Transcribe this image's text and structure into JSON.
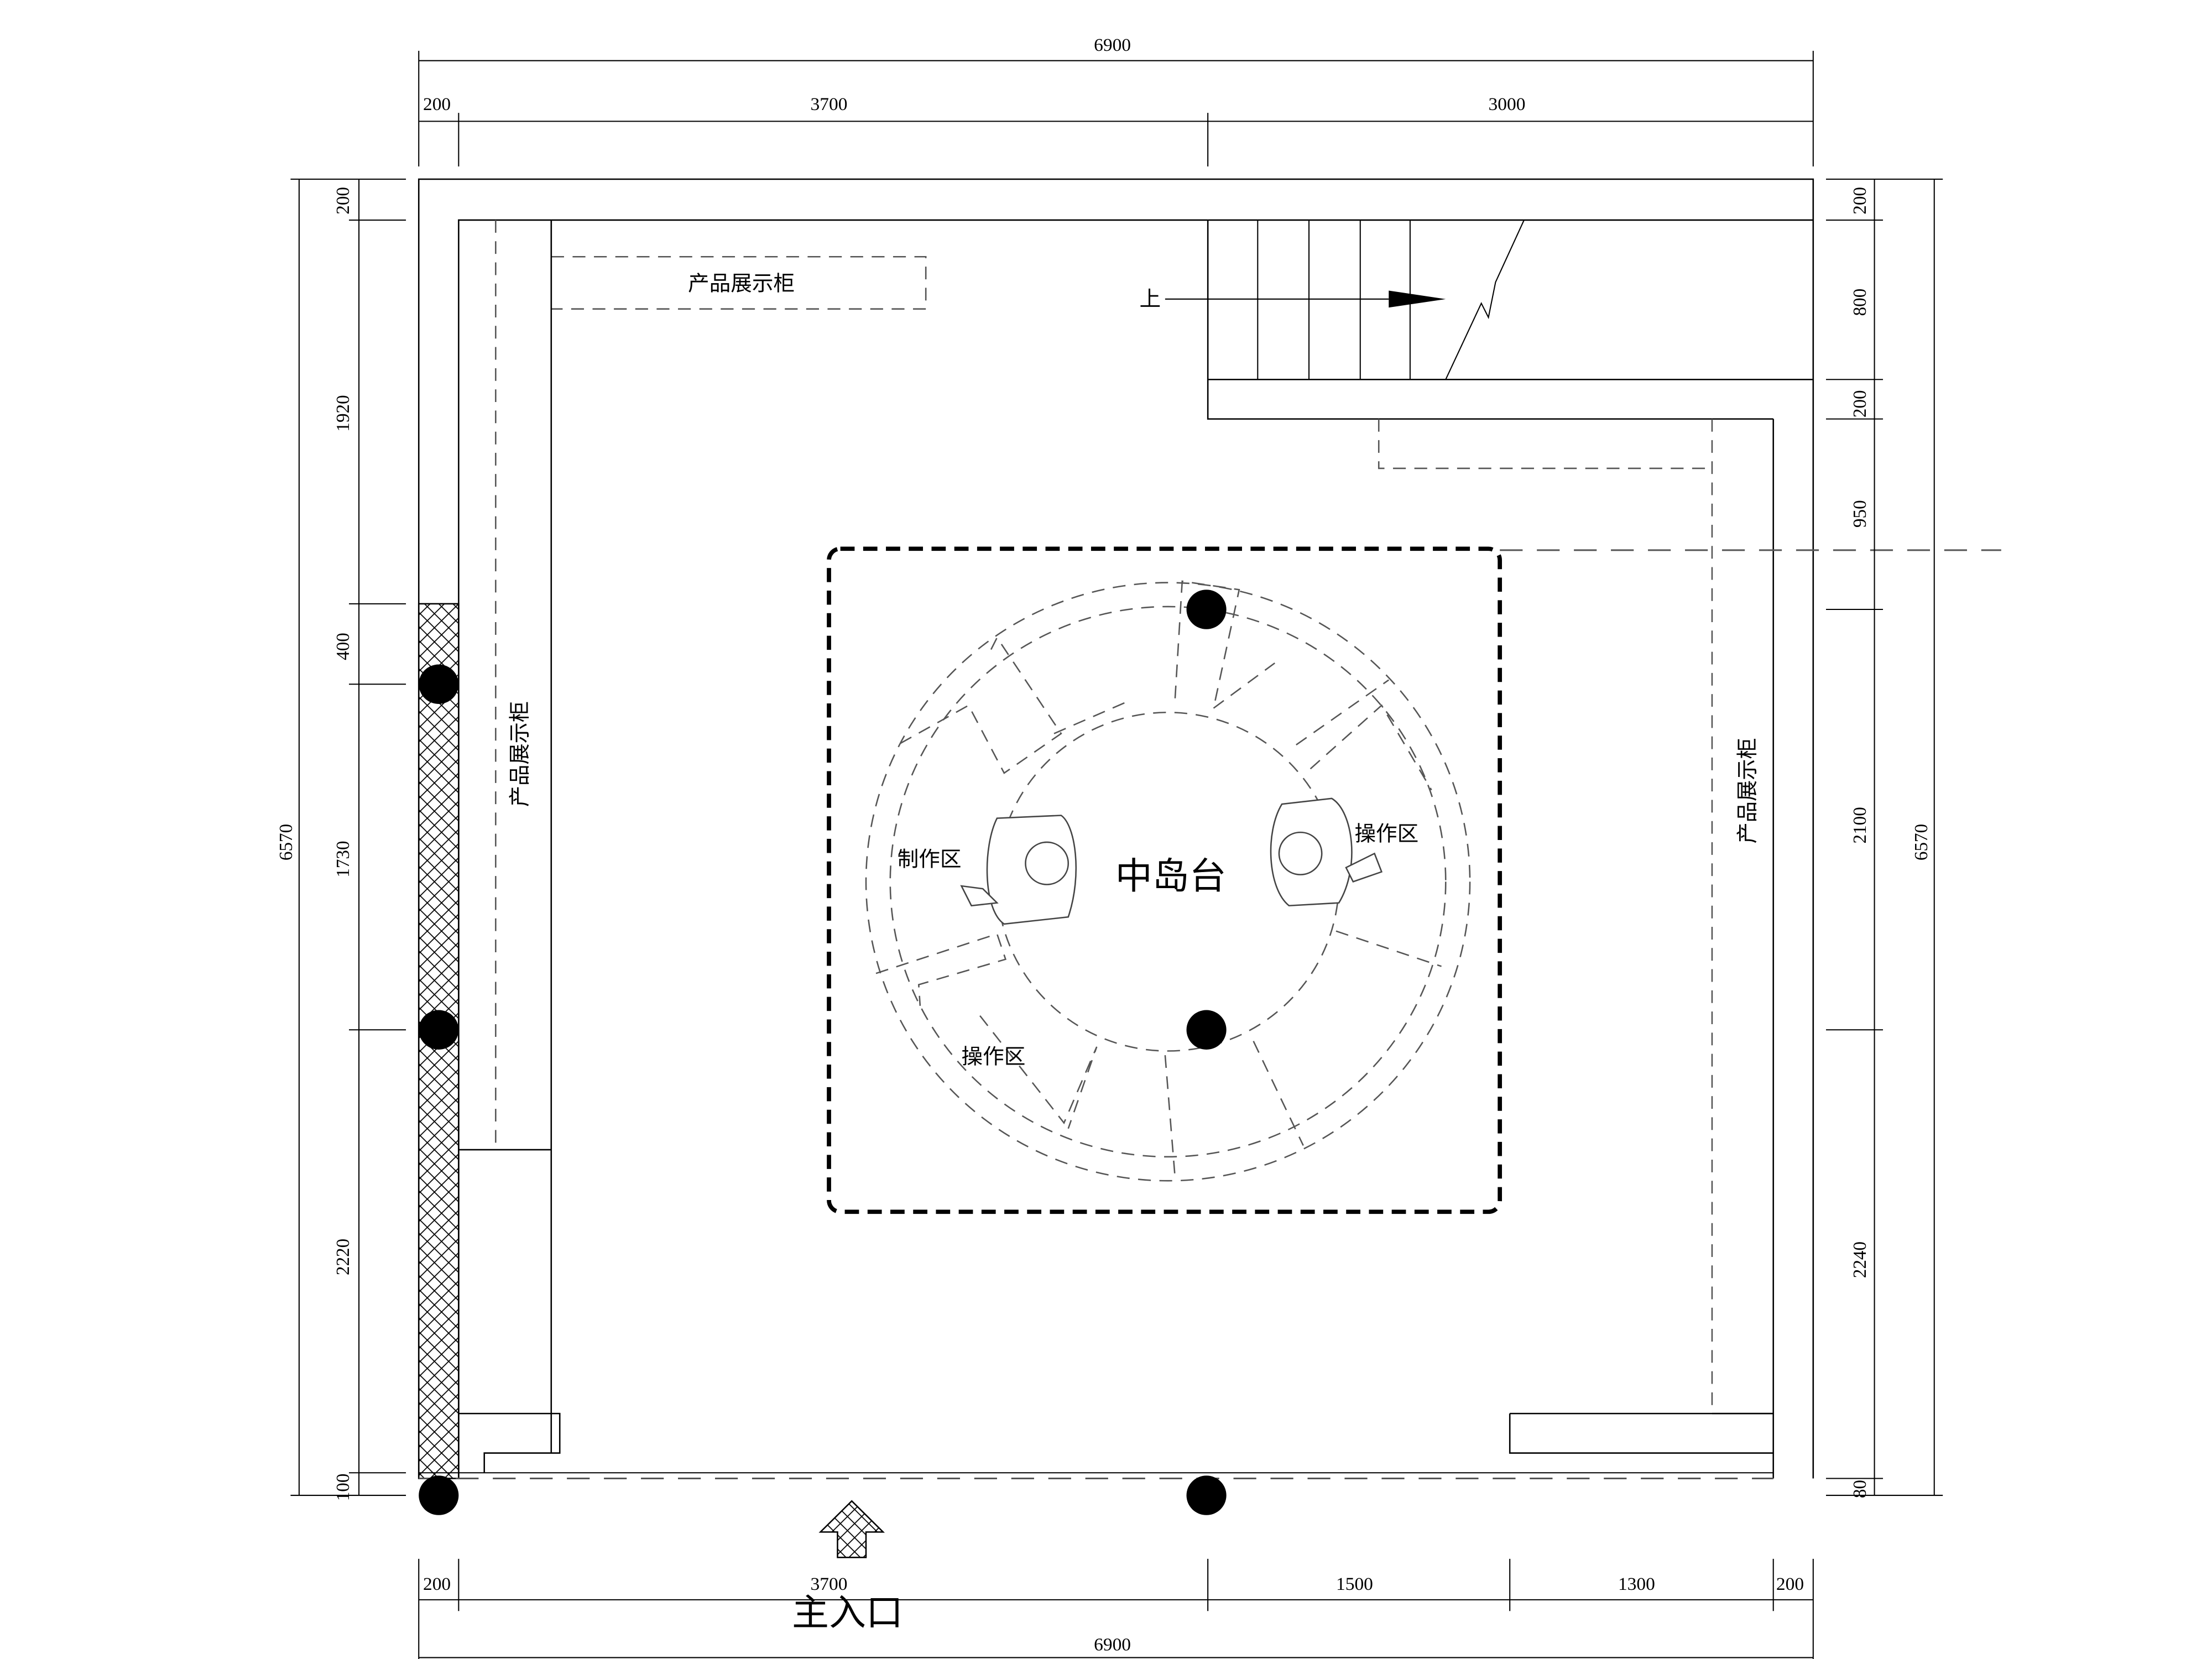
{
  "dimensions": {
    "top_total": "6900",
    "top_left_wall": "200",
    "top_left": "3700",
    "top_right": "3000",
    "bottom_total": "6900",
    "bottom_left_wall": "200",
    "bottom_left": "3700",
    "bottom_mid": "1500",
    "bottom_right": "1300",
    "bottom_right_wall": "200",
    "left_total": "6570",
    "left_top_wall": "200",
    "left_1920": "1920",
    "left_400": "400",
    "left_1730": "1730",
    "left_2220": "2220",
    "left_100": "100",
    "right_total": "6570",
    "right_top_wall": "200",
    "right_800": "800",
    "right_200": "200",
    "right_950": "950",
    "right_2100": "2100",
    "right_2240": "2240",
    "right_80": "80"
  },
  "labels": {
    "display_cabinet_top": "产品展示柜",
    "display_cabinet_left": "产品展示柜",
    "display_cabinet_right": "产品展示柜",
    "stair_up": "上",
    "island": "中岛台",
    "production_zone": "制作区",
    "operation_zone_right": "操作区",
    "operation_zone_bottom": "操作区",
    "main_entrance": "主入口"
  }
}
